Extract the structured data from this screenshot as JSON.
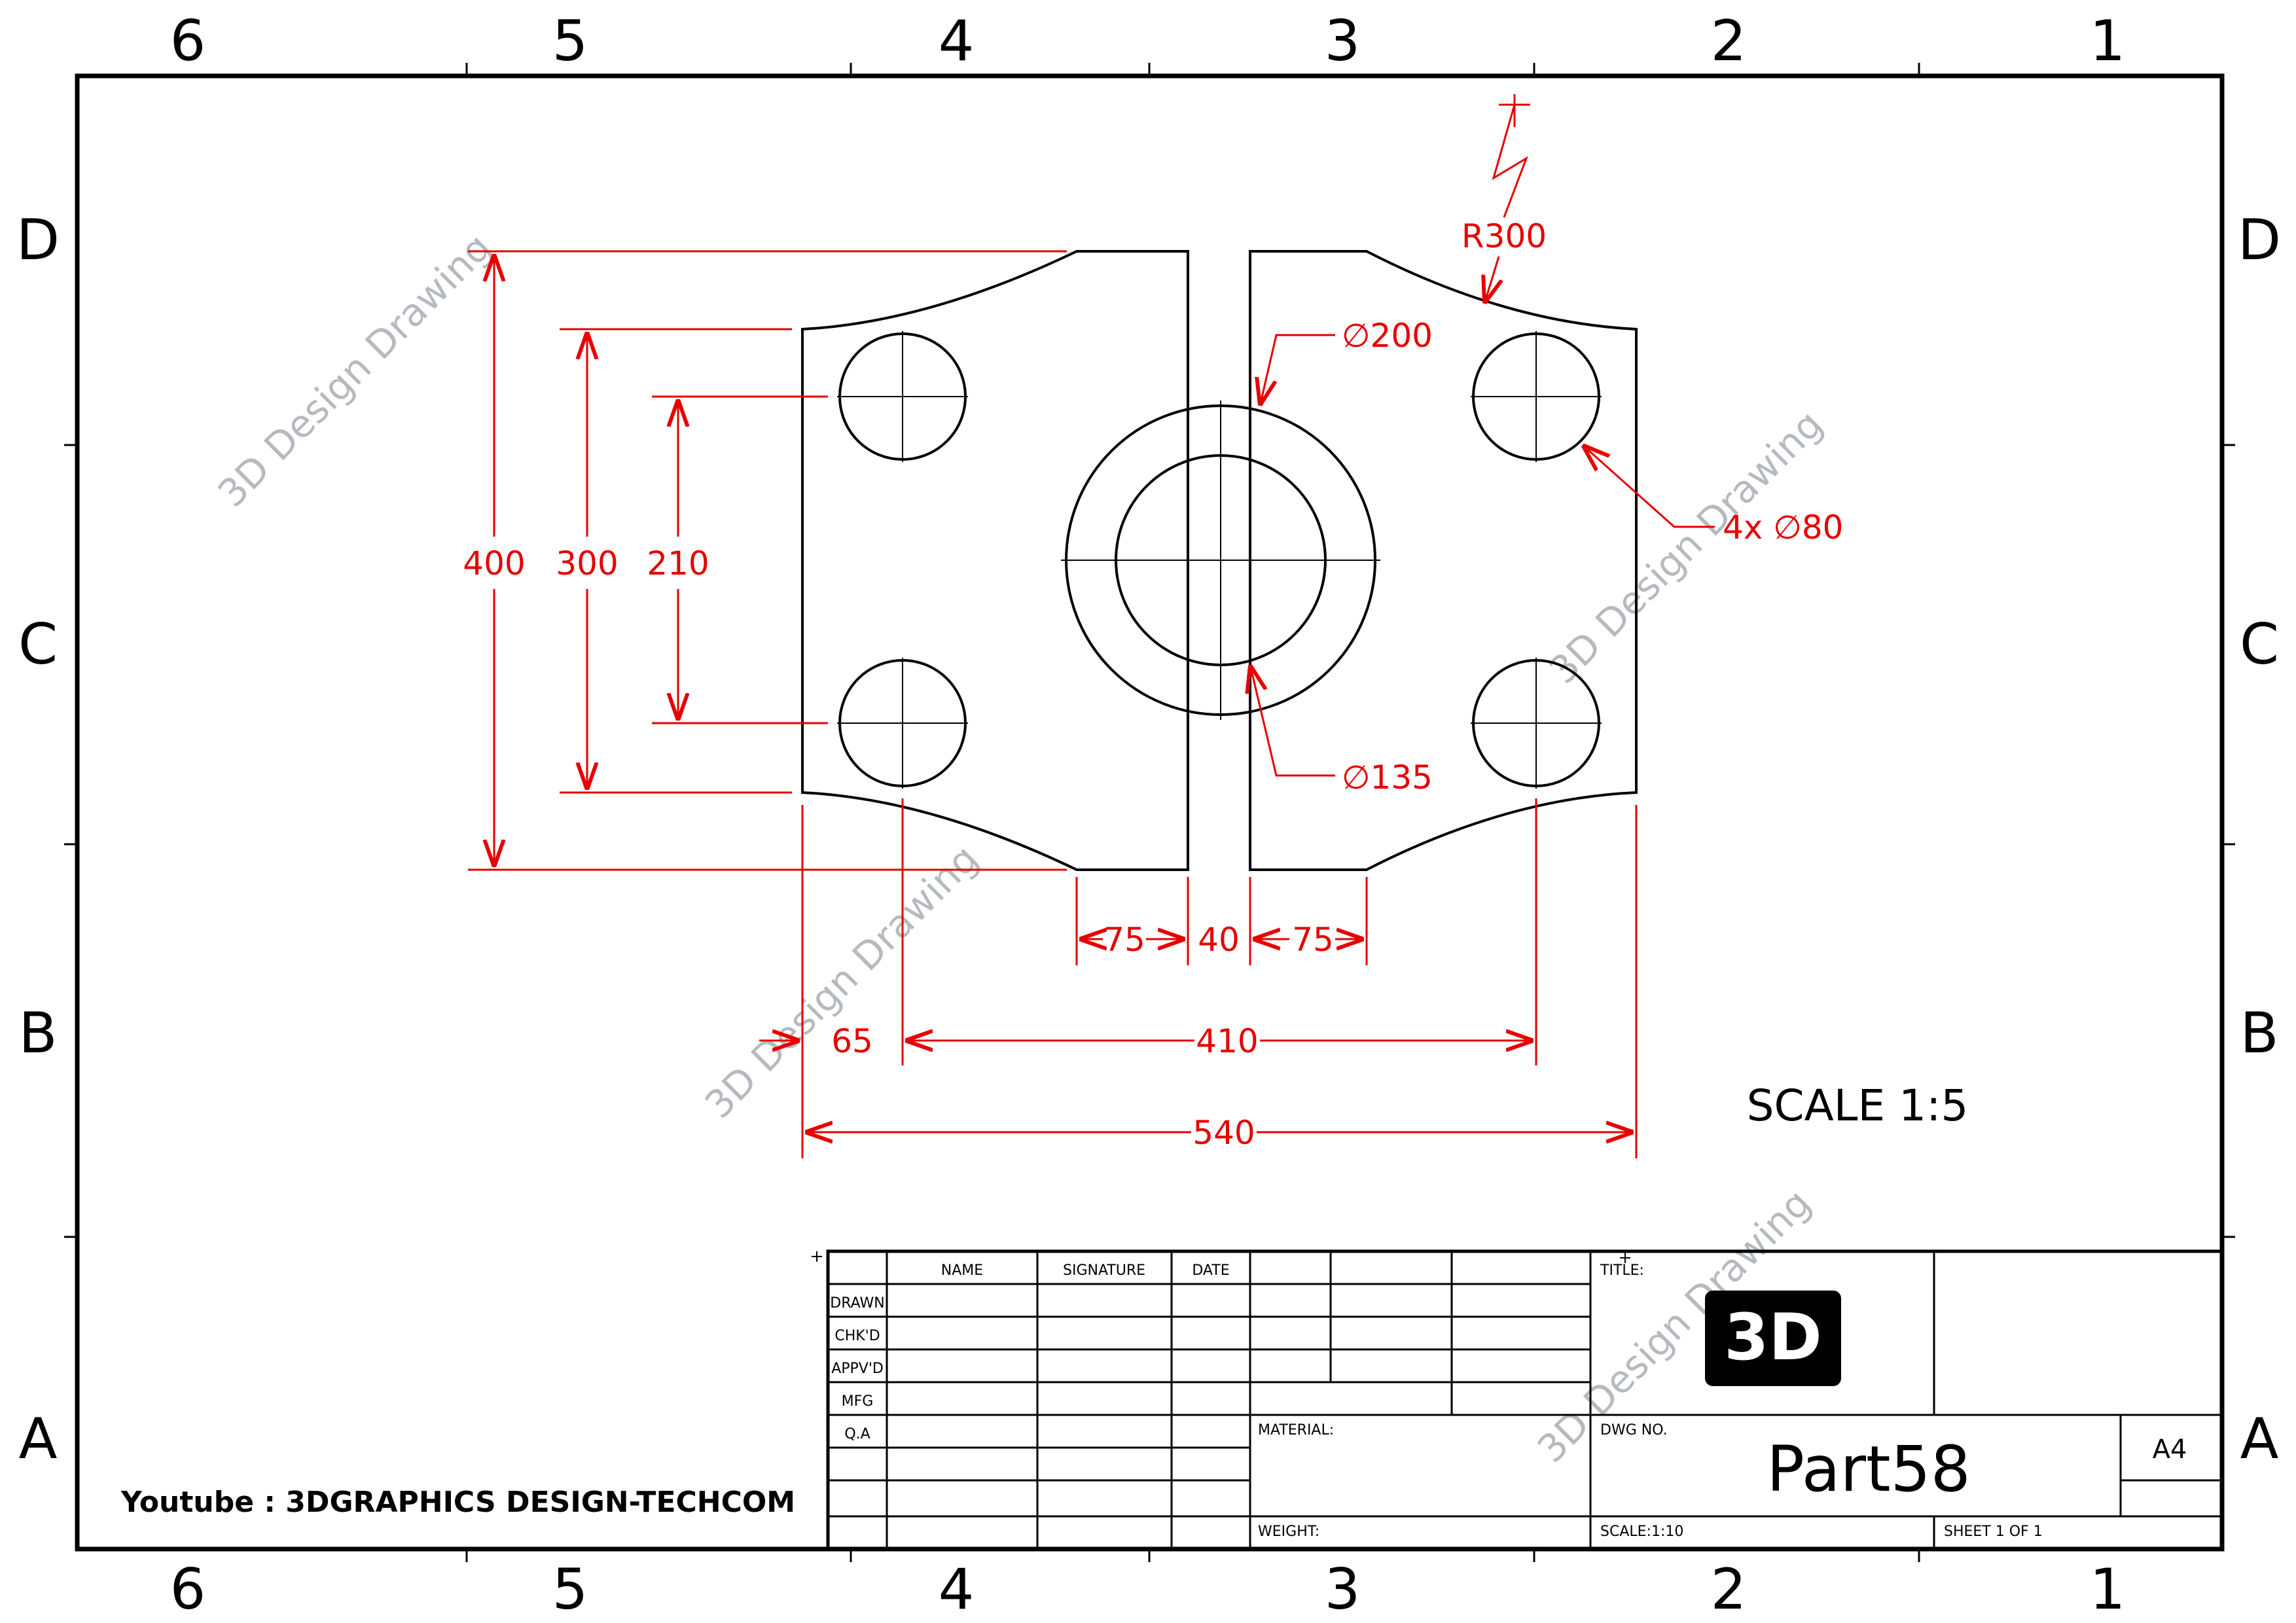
{
  "zones": {
    "columns": [
      "6",
      "5",
      "4",
      "3",
      "2",
      "1"
    ],
    "rows": [
      "D",
      "C",
      "B",
      "A"
    ]
  },
  "dimensions": {
    "d400": "400",
    "d300": "300",
    "d210": "210",
    "r300": "R300",
    "dia200": "∅200",
    "dia135": "∅135",
    "holes": "4x ∅80",
    "d75_left": "75",
    "d40": "40",
    "d75_right": "75",
    "d65": "65",
    "d410": "410",
    "d540": "540"
  },
  "scale_note": "SCALE 1:5",
  "watermark": "3D Design Drawing",
  "youtube": "Youtube : 3DGRAPHICS DESIGN-TECHCOM",
  "title_block": {
    "headers": {
      "name": "NAME",
      "signature": "SIGNATURE",
      "date": "DATE"
    },
    "rows": [
      "DRAWN",
      "CHK'D",
      "APPV'D",
      "MFG",
      "Q.A"
    ],
    "material": "MATERIAL:",
    "weight": "WEIGHT:",
    "title": "TITLE:",
    "logo": "3D",
    "dwg_no": "DWG NO.",
    "part": "Part58",
    "size": "A4",
    "scale": "SCALE:1:10",
    "sheet": "SHEET 1 OF 1"
  },
  "colors": {
    "dimension": "#e60000",
    "outline": "#000000",
    "watermark": "#9ea4aa"
  }
}
